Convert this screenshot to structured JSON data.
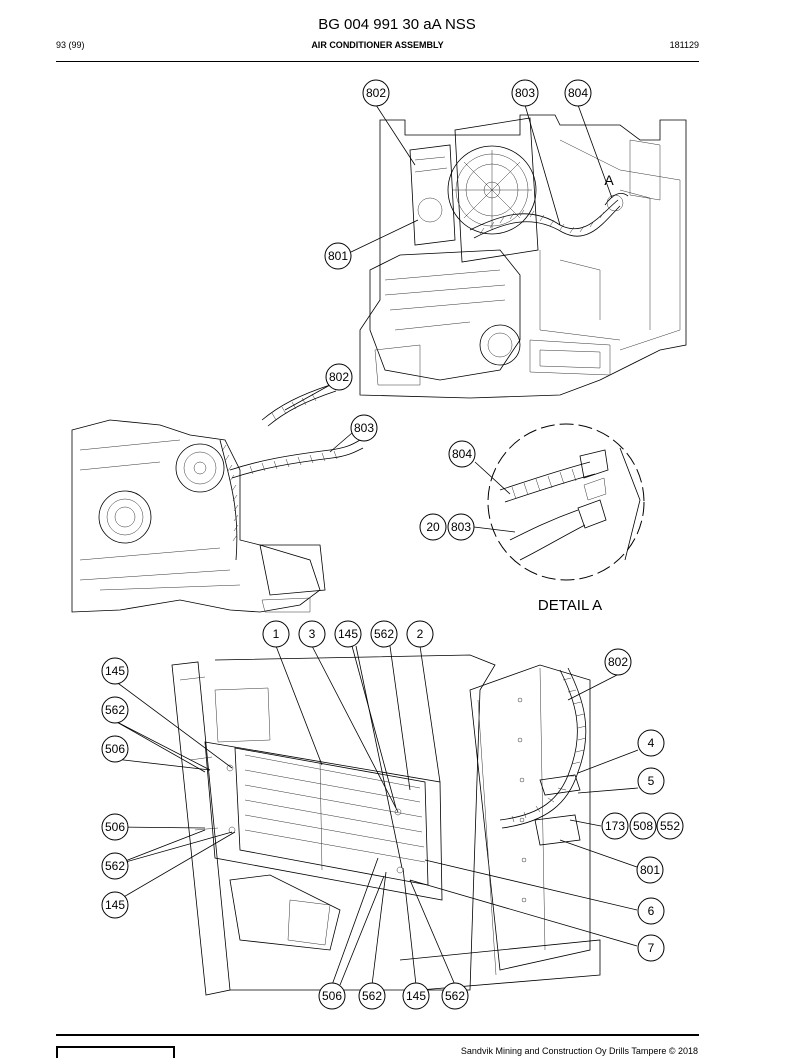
{
  "header": {
    "title": "BG 004 991 30 aA NSS",
    "page": "93 (99)",
    "section": "AIR CONDITIONER ASSEMBLY",
    "date": "181129"
  },
  "detail_label": "DETAIL A",
  "detail_marker": "A",
  "callouts": {
    "top": [
      "802",
      "803",
      "804",
      "801"
    ],
    "middle": [
      "802",
      "803",
      "804",
      "20",
      "803"
    ],
    "bottom": [
      "1",
      "3",
      "145",
      "562",
      "2",
      "802",
      "145",
      "562",
      "506",
      "4",
      "5",
      "506",
      "173",
      "508",
      "552",
      "562",
      "801",
      "145",
      "6",
      "7",
      "506",
      "562",
      "145",
      "562"
    ]
  },
  "footer": {
    "copyright": "Sandvik Mining and Construction Oy Drills Tampere © 2018"
  }
}
